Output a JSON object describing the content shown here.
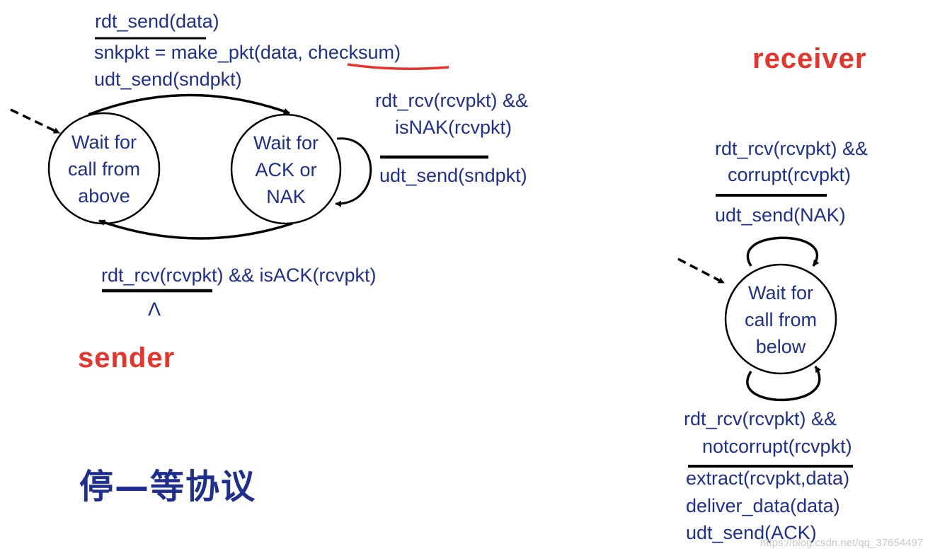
{
  "colors": {
    "text": "#1f2f8f",
    "accent": "#e8332a",
    "line": "#000000",
    "watermark": "#c8c8c8"
  },
  "sender": {
    "label": "sender",
    "states": [
      {
        "id": "wait-call-above",
        "text": "Wait for\ncall from\nabove"
      },
      {
        "id": "wait-ack-nak",
        "text": "Wait for\nACK or\nNAK"
      }
    ],
    "transitions": {
      "send": {
        "event": "rdt_send(data)",
        "actions": [
          "snkpkt = make_pkt(data, checksum)",
          "udt_send(sndpkt)"
        ],
        "highlight": "checksum"
      },
      "nak": {
        "event": [
          "rdt_rcv(rcvpkt) &&",
          "isNAK(rcvpkt)"
        ],
        "action": "udt_send(sndpkt)"
      },
      "ack": {
        "event": "rdt_rcv(rcvpkt) && isACK(rcvpkt)",
        "action": "Λ"
      }
    }
  },
  "receiver": {
    "label": "receiver",
    "state": {
      "id": "wait-call-below",
      "text": "Wait for\ncall from\nbelow"
    },
    "transitions": {
      "corrupt": {
        "event": [
          "rdt_rcv(rcvpkt) &&",
          "corrupt(rcvpkt)"
        ],
        "action": "udt_send(NAK)"
      },
      "notcorrupt": {
        "event": [
          "rdt_rcv(rcvpkt) &&",
          "notcorrupt(rcvpkt)"
        ],
        "actions": [
          "extract(rcvpkt,data)",
          "deliver_data(data)",
          "udt_send(ACK)"
        ]
      }
    }
  },
  "title": "停—等协议",
  "watermark": "https://blog.csdn.net/qq_37654497"
}
